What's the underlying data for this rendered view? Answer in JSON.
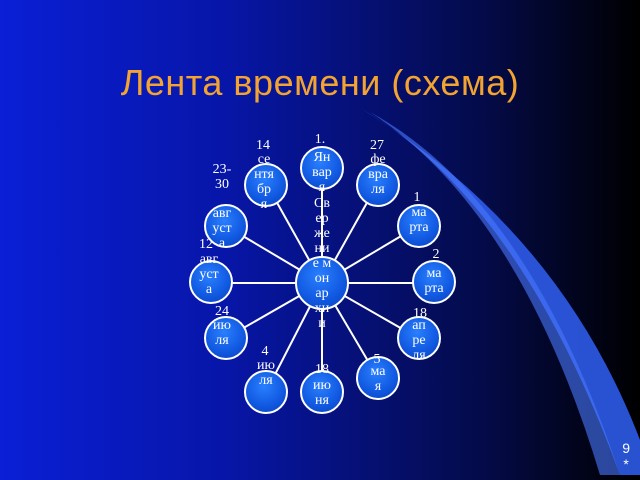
{
  "title": "Лента времени (схема)",
  "center": "Свержение монархии",
  "nodes": {
    "top": "Января",
    "nne": "февраля",
    "ne": "марта",
    "e": "марта",
    "se": "апреля",
    "sse": "мая",
    "bottom": "июня",
    "ssw": "июля",
    "sw": "июля",
    "w": "августа",
    "nw": "августа",
    "nnw": "сентября"
  },
  "labels": {
    "top": "1.",
    "nne": "27",
    "ne": "1",
    "e": "2",
    "se": "18",
    "sse": "5",
    "bottom": "18",
    "ssw": "4",
    "sw": "24",
    "w": "12",
    "nw": "23-30",
    "nnw": "14"
  },
  "page": {
    "number": "9",
    "mark": "*"
  },
  "colors": {
    "title": "#f2a332",
    "node_fill": "#1058e0",
    "background": "#0716a8"
  }
}
